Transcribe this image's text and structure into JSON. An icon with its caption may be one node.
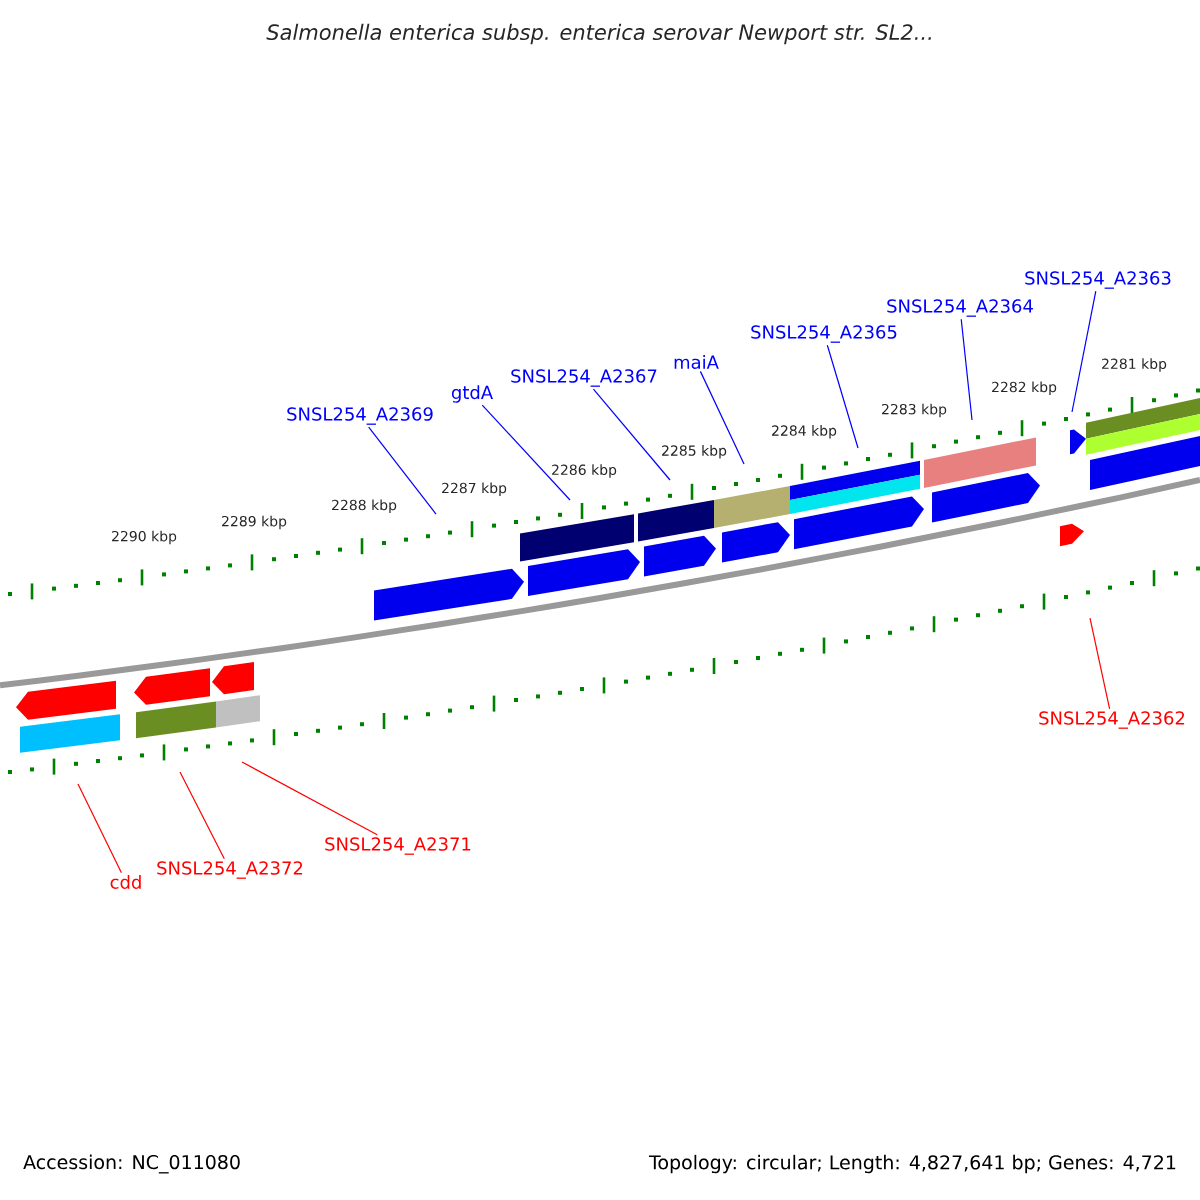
{
  "diagram": {
    "title": "Salmonella enterica subsp. enterica serovar Newport str. SL2...",
    "nodes": [
      {
        "text": [
          "SNSL254_A2369"
        ]
      },
      {
        "text": [
          "gtdA"
        ]
      },
      {
        "text": [
          "SNSL254_A2367"
        ]
      },
      {
        "text": [
          "maiA"
        ]
      },
      {
        "text": [
          "SNSL254_A2365"
        ]
      },
      {
        "text": [
          "SNSL254_A2364"
        ]
      },
      {
        "text": [
          "SNSL254_A2363"
        ]
      },
      {
        "text": [
          "cdd"
        ]
      },
      {
        "text": [
          "SNSL254_A2372"
        ]
      },
      {
        "text": [
          "SNSL254_A2371"
        ]
      },
      {
        "text": [
          "SNSL254_A2362"
        ]
      }
    ],
    "edges": [
      {
        "from": 0,
        "to": null,
        "arrow": "none"
      },
      {
        "from": 1,
        "to": null,
        "arrow": "none"
      },
      {
        "from": 2,
        "to": null,
        "arrow": "none"
      },
      {
        "from": 3,
        "to": null,
        "arrow": "none"
      },
      {
        "from": 4,
        "to": null,
        "arrow": "none"
      },
      {
        "from": 5,
        "to": null,
        "arrow": "none"
      },
      {
        "from": 6,
        "to": null,
        "arrow": "none"
      },
      {
        "from": 7,
        "to": null,
        "arrow": "none",
        "color": "#ff0000"
      },
      {
        "from": 8,
        "to": null,
        "arrow": "none",
        "color": "#ff0000"
      },
      {
        "from": 9,
        "to": null,
        "arrow": "none",
        "color": "#ff0000"
      },
      {
        "from": 10,
        "to": null,
        "arrow": "none",
        "color": "#ff0000"
      }
    ],
    "labels": [
      "2281 kbp",
      "2282 kbp",
      "2283 kbp",
      "2284 kbp",
      "2285 kbp",
      "2286 kbp",
      "2287 kbp",
      "2288 kbp",
      "2289 kbp",
      "2290 kbp",
      "Accession: NC_011080",
      "Topology: circular; Length: 4,827,641 bp; Genes: 4,721"
    ]
  }
}
